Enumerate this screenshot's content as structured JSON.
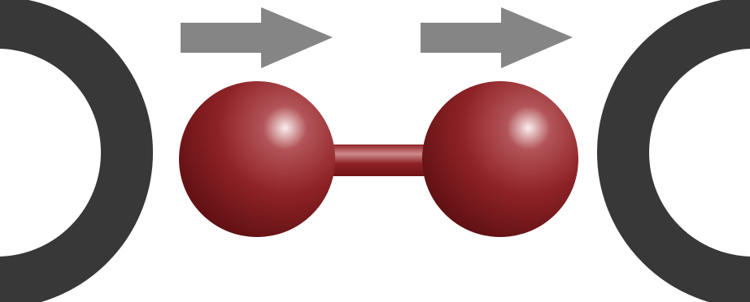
{
  "colors": {
    "background": "#ffffff",
    "ring": "#383838",
    "arrow": "#858585",
    "atom_highlight": "#fbeeee",
    "atom_mid": "#b25458",
    "atom_base": "#8e2226",
    "atom_dark": "#5e1013",
    "bond_light": "#d08a8c",
    "bond_dark": "#6f1418"
  },
  "elements": {
    "rings": [
      "left-ring",
      "right-ring"
    ],
    "arrows": [
      "arrow-icon",
      "arrow-icon"
    ],
    "atoms": [
      "atom-left",
      "atom-right"
    ],
    "bond": "bond"
  }
}
